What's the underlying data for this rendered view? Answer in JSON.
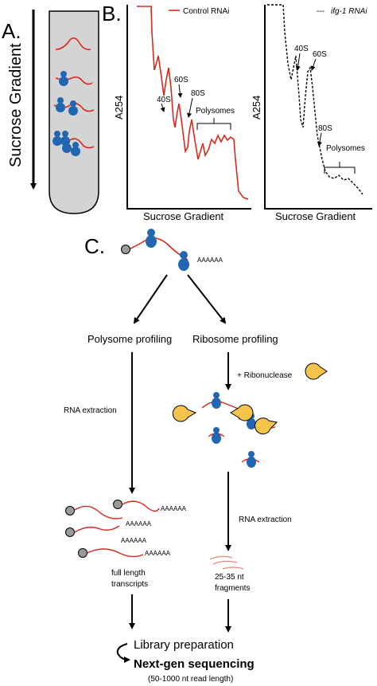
{
  "panelA": {
    "label": "A.",
    "axis_label": "Sucrose Gradient"
  },
  "panelB": {
    "label": "B.",
    "left": {
      "ylabel": "A254",
      "xlabel": "Sucrose Gradient",
      "legend": "Control RNAi",
      "legend_color": "#d62a1e",
      "peaks": {
        "p40": "40S",
        "p60": "60S",
        "p80": "80S",
        "poly": "Polysomes"
      }
    },
    "right": {
      "ylabel": "A254",
      "xlabel": "Sucrose Gradient",
      "legend": "ifg-1 RNAi",
      "legend_prefix": "---",
      "peaks": {
        "p40": "40S",
        "p60": "60S",
        "p80": "80S",
        "poly": "Polysomes"
      }
    }
  },
  "panelC": {
    "label": "C.",
    "polya": "AAAAAA",
    "left_branch": {
      "title": "Polysome profiling",
      "step": "RNA extraction",
      "result_line1": "full length",
      "result_line2": "transcripts"
    },
    "right_branch": {
      "title": "Ribosome profiling",
      "nuclease": "+ Ribonuclease",
      "step": "RNA extraction",
      "result_line1": "25-35 nt",
      "result_line2": "fragments"
    },
    "final": {
      "line1": "Library preparation",
      "line2": "Next-gen sequencing",
      "line3": "(50-1000 nt read length)"
    }
  },
  "colors": {
    "rna": "#d62a1e",
    "ribosome": "#2166b0",
    "nuclease": "#f4c54a",
    "cap": "#9a9a9a",
    "tube": "#d4d4d4"
  }
}
